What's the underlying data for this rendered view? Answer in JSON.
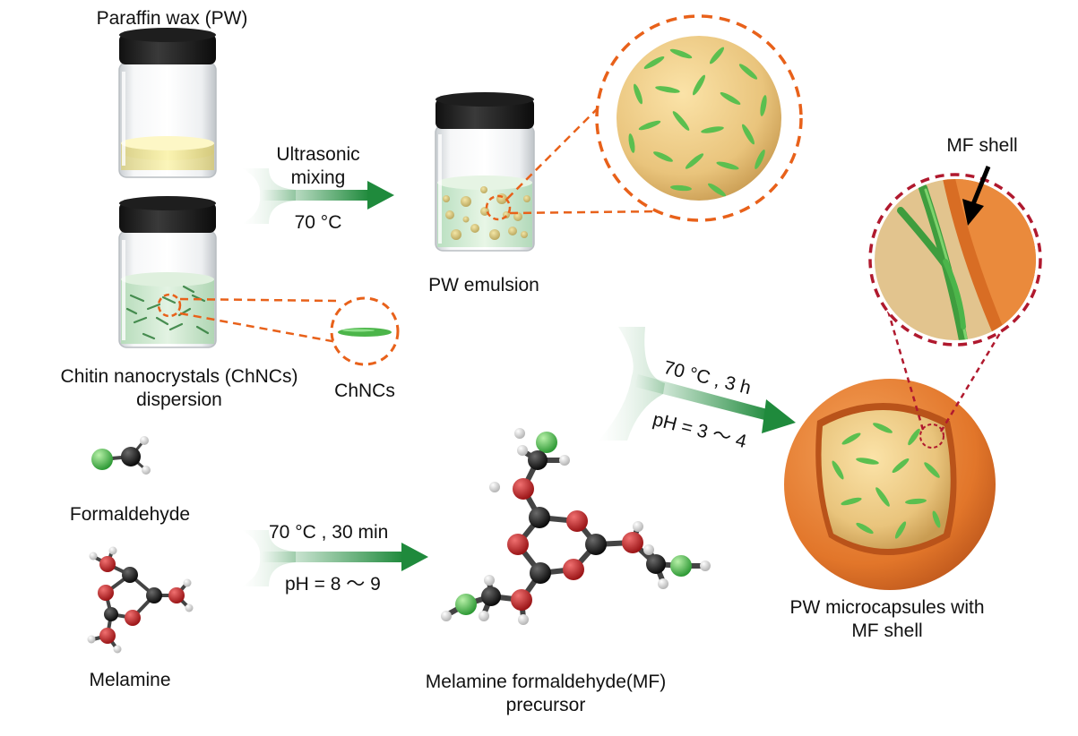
{
  "labels": {
    "paraffin_wax": "Paraffin wax (PW)",
    "chnc_dispersion_line1": "Chitin nanocrystals (ChNCs)",
    "chnc_dispersion_line2": "dispersion",
    "chncs": "ChNCs",
    "pw_emulsion": "PW emulsion",
    "formaldehyde": "Formaldehyde",
    "melamine": "Melamine",
    "mf_precursor_line1": "Melamine formaldehyde(MF)",
    "mf_precursor_line2": "precursor",
    "microcapsules_line1": "PW microcapsules with",
    "microcapsules_line2": "MF shell",
    "mf_shell": "MF shell"
  },
  "steps": {
    "ultrasonic": {
      "line1": "Ultrasonic",
      "line2": "mixing",
      "temp": "70 °C"
    },
    "precursor": {
      "line1": "70 °C , 30 min",
      "line2": "pH = 8 ～ 9"
    },
    "encapsulation": {
      "line1": "70 °C , 3 h",
      "line2": "pH = 3 ～ 4"
    }
  },
  "colors": {
    "arrow_green": "#1f8a3c",
    "dashed_orange": "#e8611a",
    "dashed_crimson": "#b0192e",
    "wax_core": "#e6c482",
    "chnc_green": "#4cb54a",
    "mf_shell": "#e27a2c",
    "carbon_atom": "#1a1a1a",
    "nitrogen_atom": "#c0282a",
    "oxygen_atom": "#5cc25a",
    "hydrogen_atom": "#e8e8e8"
  }
}
